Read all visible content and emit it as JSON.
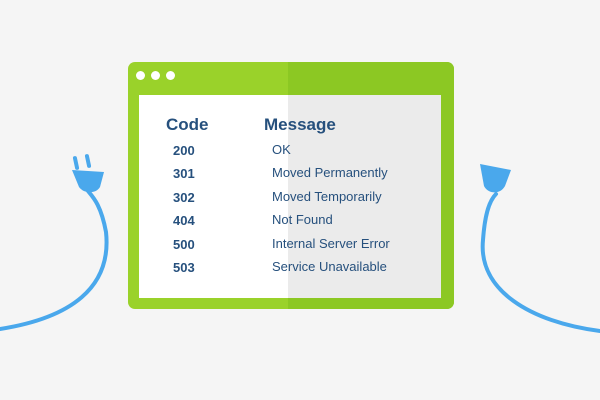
{
  "table": {
    "headers": {
      "code": "Code",
      "message": "Message"
    },
    "rows": [
      {
        "code": "200",
        "message": "OK"
      },
      {
        "code": "301",
        "message": "Moved Permanently"
      },
      {
        "code": "302",
        "message": "Moved Temporarily"
      },
      {
        "code": "404",
        "message": "Not Found"
      },
      {
        "code": "500",
        "message": "Internal Server Error"
      },
      {
        "code": "503",
        "message": "Service Unavailable"
      }
    ]
  },
  "colors": {
    "background": "#f5f5f5",
    "window_frame": "#9ad22a",
    "text": "#26507d",
    "cable": "#4aa8ec"
  },
  "icons": [
    "plug-icon",
    "socket-icon"
  ]
}
